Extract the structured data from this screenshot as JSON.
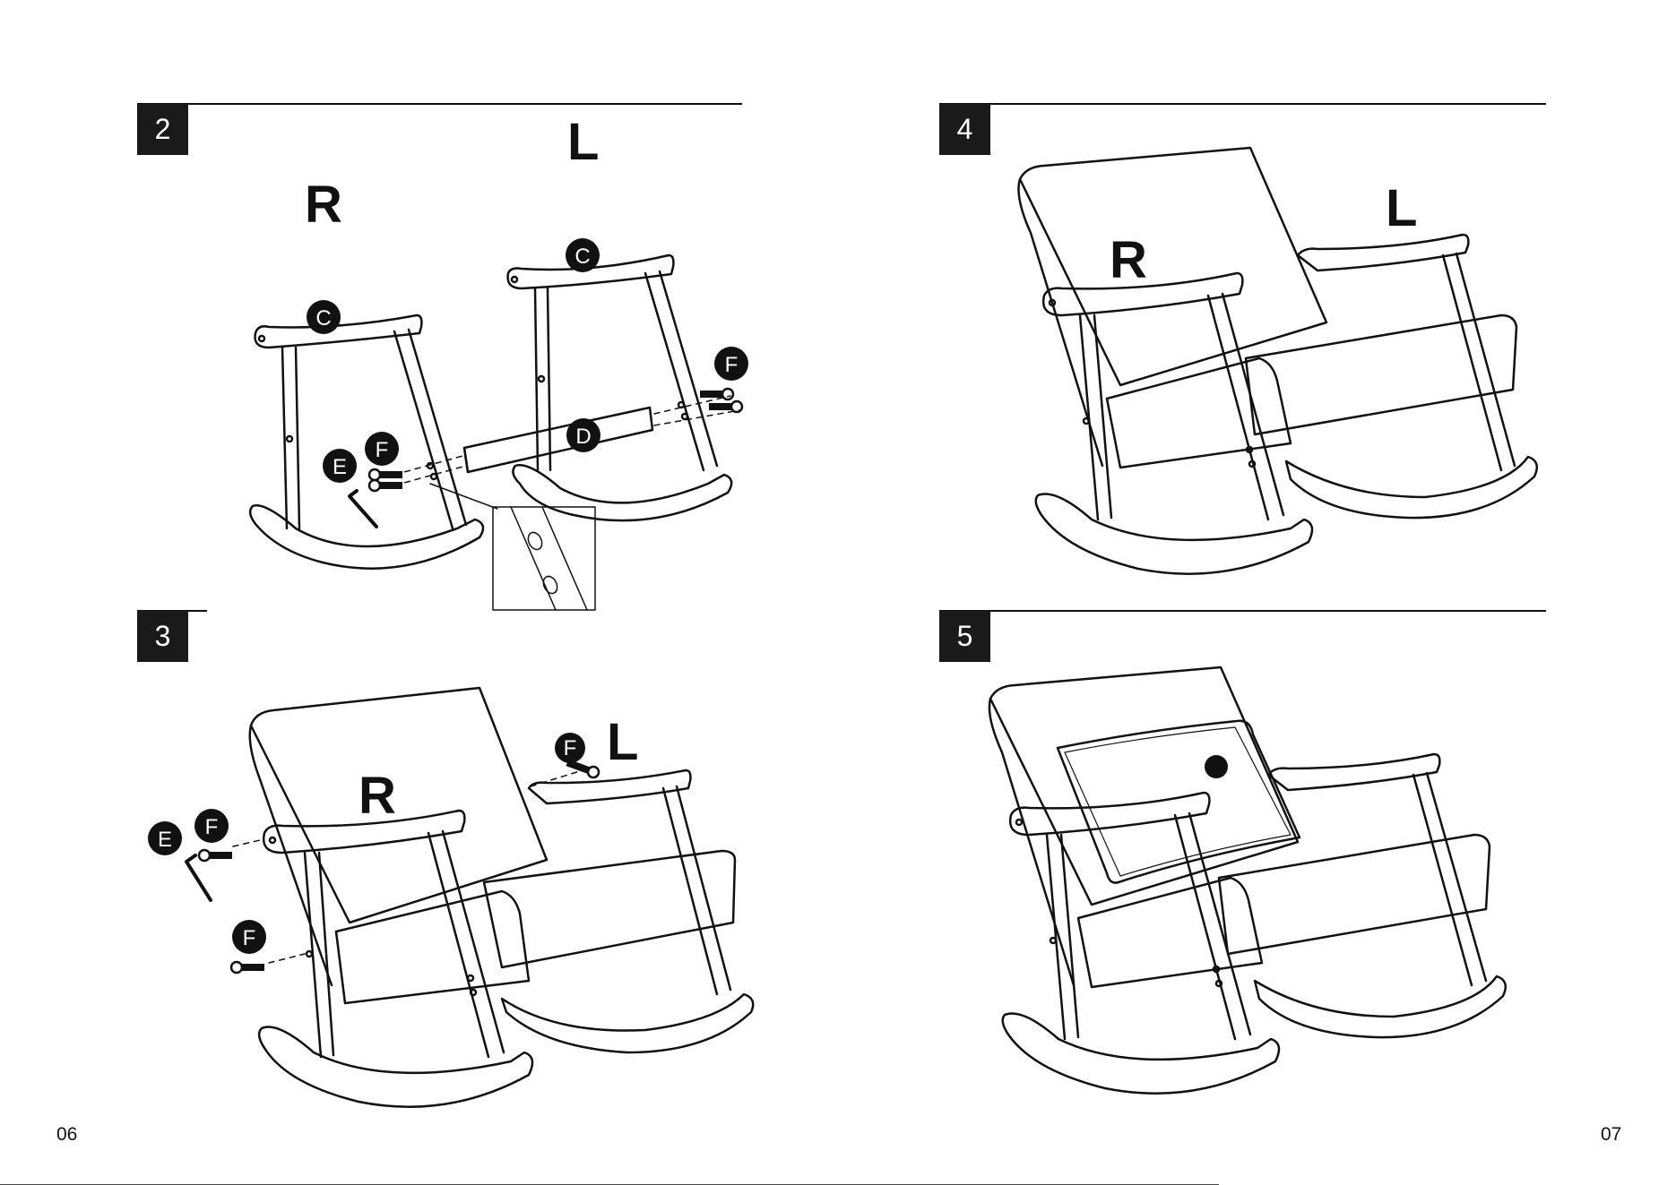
{
  "steps": [
    {
      "number": "2",
      "right_label": "R",
      "left_label": "L"
    },
    {
      "number": "3",
      "right_label": "R",
      "left_label": "L"
    },
    {
      "number": "4",
      "right_label": "R",
      "left_label": "L"
    },
    {
      "number": "5"
    }
  ],
  "parts": {
    "c": "C",
    "d": "D",
    "e": "E",
    "f": "F"
  },
  "pages": {
    "left": "06",
    "right": "07"
  },
  "colors": {
    "ink": "#111111",
    "badge": "#1a1a1a"
  }
}
